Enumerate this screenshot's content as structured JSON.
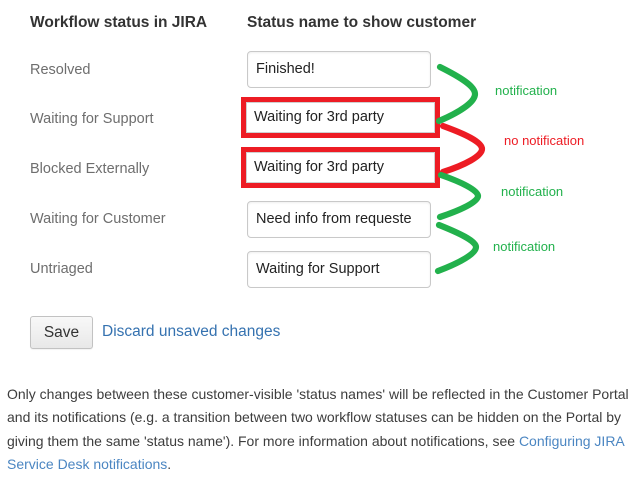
{
  "colors": {
    "green": "#22b14c",
    "red": "#ed1c24",
    "link": "#3572b0",
    "footerLink": "#4b86c2"
  },
  "headers": {
    "jira": "Workflow status in JIRA",
    "customer": "Status name to show customer"
  },
  "rows": [
    {
      "jira_status": "Resolved",
      "customer_status": "Finished!",
      "highlighted": false
    },
    {
      "jira_status": "Waiting for Support",
      "customer_status": "Waiting for 3rd party",
      "highlighted": true
    },
    {
      "jira_status": "Blocked Externally",
      "customer_status": "Waiting for 3rd party",
      "highlighted": true
    },
    {
      "jira_status": "Waiting for Customer",
      "customer_status": "Need info from requeste",
      "highlighted": false
    },
    {
      "jira_status": "Untriaged",
      "customer_status": "Waiting for Support",
      "highlighted": false
    }
  ],
  "annotations": [
    {
      "label": "notification",
      "type": "notification",
      "between": [
        "Resolved",
        "Waiting for Support"
      ]
    },
    {
      "label": "no notification",
      "type": "no-notification",
      "between": [
        "Waiting for Support",
        "Blocked Externally"
      ]
    },
    {
      "label": "notification",
      "type": "notification",
      "between": [
        "Blocked Externally",
        "Waiting for Customer"
      ]
    },
    {
      "label": "notification",
      "type": "notification",
      "between": [
        "Waiting for Customer",
        "Untriaged"
      ]
    }
  ],
  "actions": {
    "save": "Save",
    "discard": "Discard unsaved changes"
  },
  "footer": {
    "text_before_link": "Only changes between these customer-visible 'status names' will be reflected in the Customer Portal and its notifications (e.g. a transition between two workflow statuses can be hidden on the Portal by giving them the same 'status name'). For more information about notifications, see ",
    "link": "Configuring JIRA Service Desk notifications",
    "text_after_link": "."
  }
}
